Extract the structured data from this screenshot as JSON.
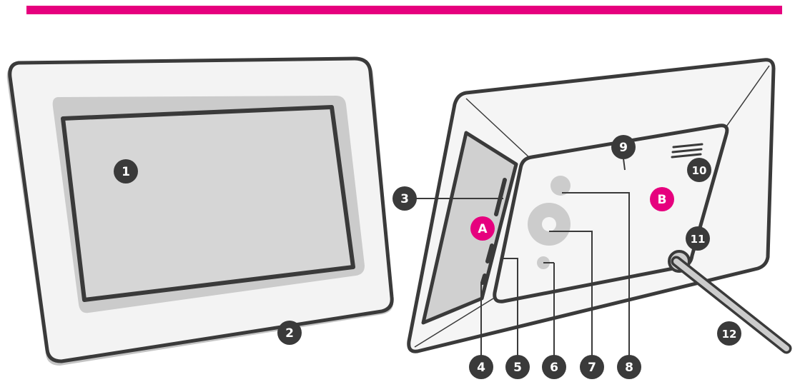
{
  "colors": {
    "accent": "#e6007e",
    "outline": "#3a3a3a",
    "frame_face": "#f3f3f3",
    "frame_back": "#f5f5f5",
    "bezel": "#c8c8c8",
    "screen": "#d6d6d6",
    "side_panel": "#d0d0d0",
    "control": "#cccccc",
    "callout_badge": "#3a3a3a"
  },
  "callouts": {
    "c1": "1",
    "c2": "2",
    "c3": "3",
    "c4": "4",
    "c5": "5",
    "c6": "6",
    "c7": "7",
    "c8": "8",
    "c9": "9",
    "c10": "10",
    "c11": "11",
    "c12": "12"
  },
  "areas": {
    "a": "A",
    "b": "B"
  }
}
